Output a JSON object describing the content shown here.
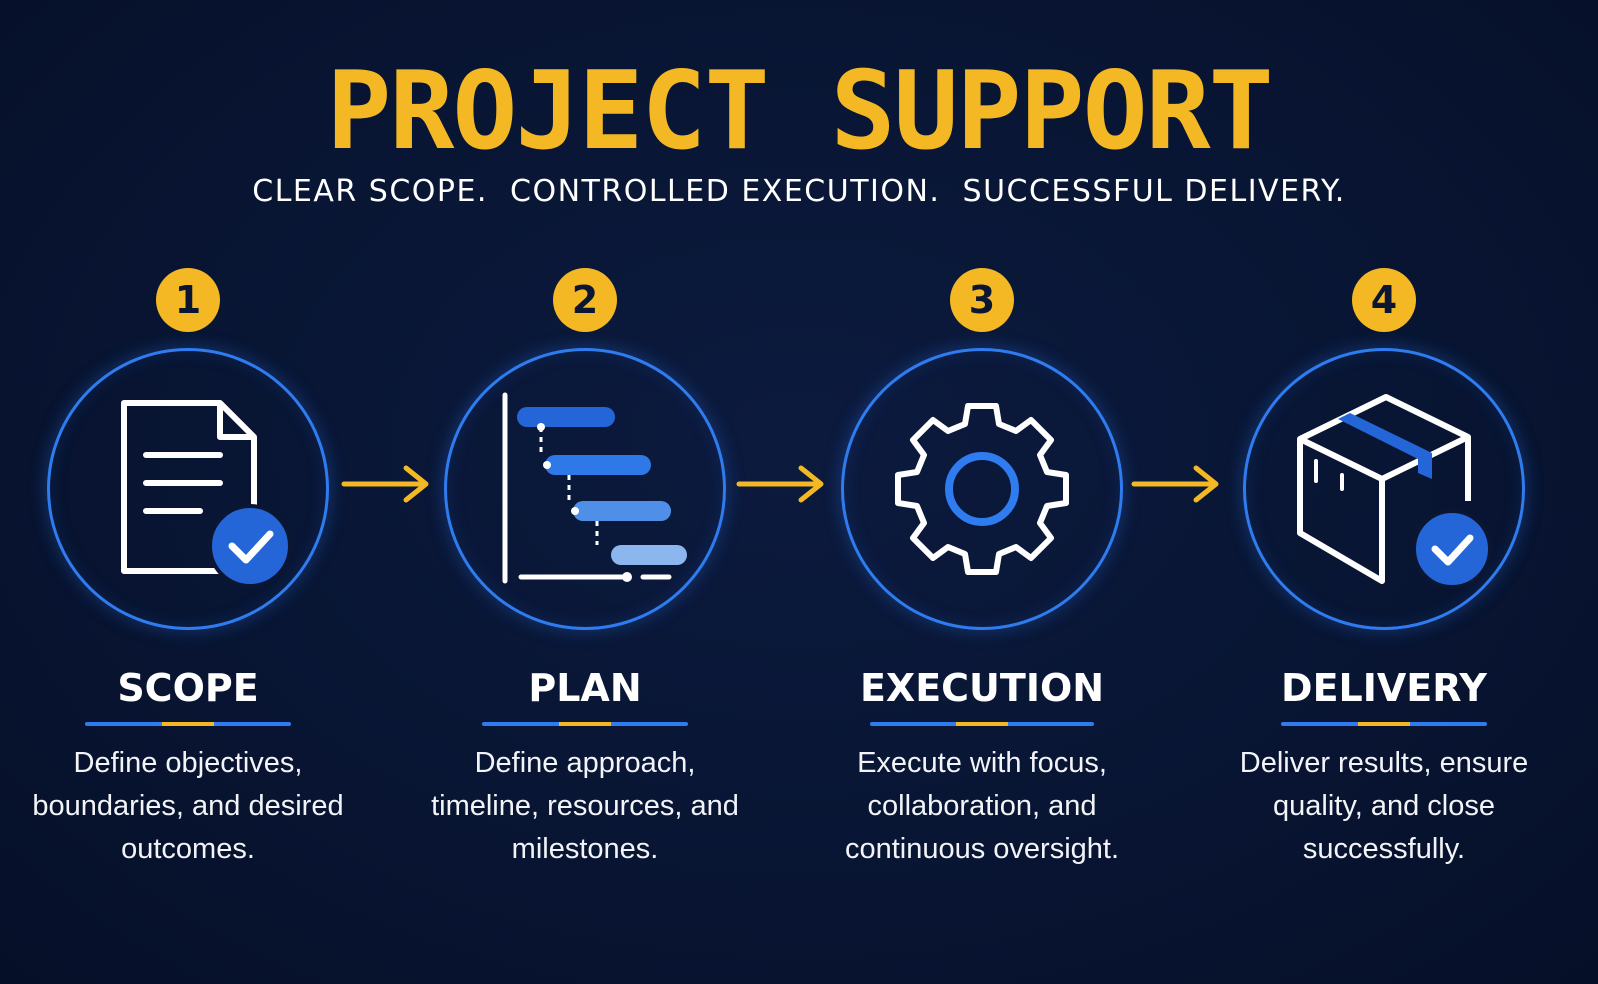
{
  "header": {
    "title": "PROJECT SUPPORT",
    "subtitle": "CLEAR SCOPE.  CONTROLLED EXECUTION.  SUCCESSFUL DELIVERY."
  },
  "colors": {
    "background": "#081533",
    "accent_yellow": "#f4b824",
    "accent_blue": "#2f7cf0",
    "text": "#ffffff"
  },
  "steps": [
    {
      "number": "1",
      "title": "SCOPE",
      "icon": "document-check-icon",
      "description": "Define objectives, boundaries, and desired outcomes."
    },
    {
      "number": "2",
      "title": "PLAN",
      "icon": "gantt-chart-icon",
      "description": "Define approach, timeline, resources, and milestones."
    },
    {
      "number": "3",
      "title": "EXECUTION",
      "icon": "gear-icon",
      "description": "Execute with focus, collaboration, and continuous oversight."
    },
    {
      "number": "4",
      "title": "DELIVERY",
      "icon": "package-check-icon",
      "description": "Deliver results, ensure quality, and close successfully."
    }
  ]
}
